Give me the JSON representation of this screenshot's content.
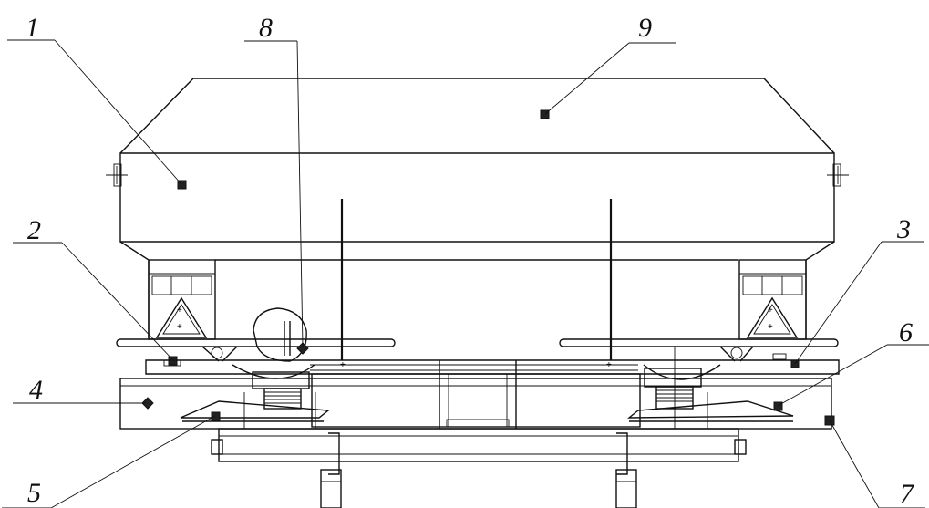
{
  "drawing": {
    "callouts": [
      {
        "id": "1",
        "label": "1"
      },
      {
        "id": "2",
        "label": "2"
      },
      {
        "id": "3",
        "label": "3"
      },
      {
        "id": "4",
        "label": "4"
      },
      {
        "id": "5",
        "label": "5"
      },
      {
        "id": "6",
        "label": "6"
      },
      {
        "id": "7",
        "label": "7"
      },
      {
        "id": "8",
        "label": "8"
      },
      {
        "id": "9",
        "label": "9"
      }
    ],
    "colors": {
      "line": "#111111",
      "background": "#ffffff"
    }
  }
}
